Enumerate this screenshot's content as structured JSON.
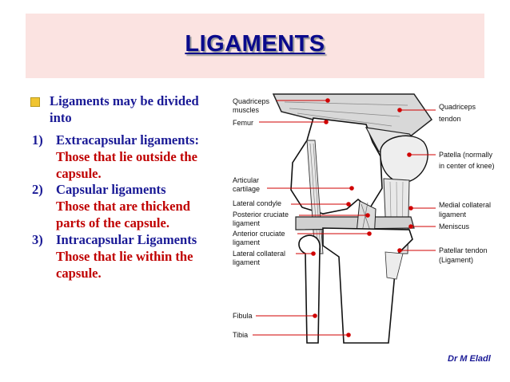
{
  "title": "LIGAMENTS",
  "intro": [
    "Ligaments may be divided",
    "into"
  ],
  "points": [
    {
      "num": "1)",
      "heading": "Extracapsular ligaments:",
      "lines": [
        "Those that lie outside the",
        "capsule."
      ]
    },
    {
      "num": "2)",
      "heading": "Capsular ligaments",
      "lines": [
        "Those that are thickend",
        "parts of the capsule."
      ]
    },
    {
      "num": "3)",
      "heading": "Intracapsular Ligaments",
      "lines": [
        "Those that lie within the",
        "capsule."
      ]
    }
  ],
  "labels_left": [
    [
      "Quadriceps",
      "muscles"
    ],
    [
      "Femur"
    ],
    [
      "Articular",
      "cartilage"
    ],
    [
      "Lateral condyle"
    ],
    [
      "Posterior cruciate",
      "ligament"
    ],
    [
      "Anterior cruciate",
      "ligament"
    ],
    [
      "Lateral collateral",
      "ligament"
    ],
    [
      "Fibula"
    ],
    [
      "Tibia"
    ]
  ],
  "labels_right": [
    [
      "Quadriceps",
      "tendon"
    ],
    [
      "Patella (normally",
      "in center of knee)"
    ],
    [
      "Medial collateral",
      "ligament"
    ],
    [
      "Meniscus"
    ],
    [
      "Patellar tendon",
      "(Ligament)"
    ]
  ],
  "credit": "Dr M Eladl",
  "colors": {
    "title": "#0a0a8c",
    "banner": "#fbe3e1",
    "heading": "#1a1a96",
    "body": "#c00000",
    "pointer": "#d00000",
    "bullet": "#f0c430"
  }
}
